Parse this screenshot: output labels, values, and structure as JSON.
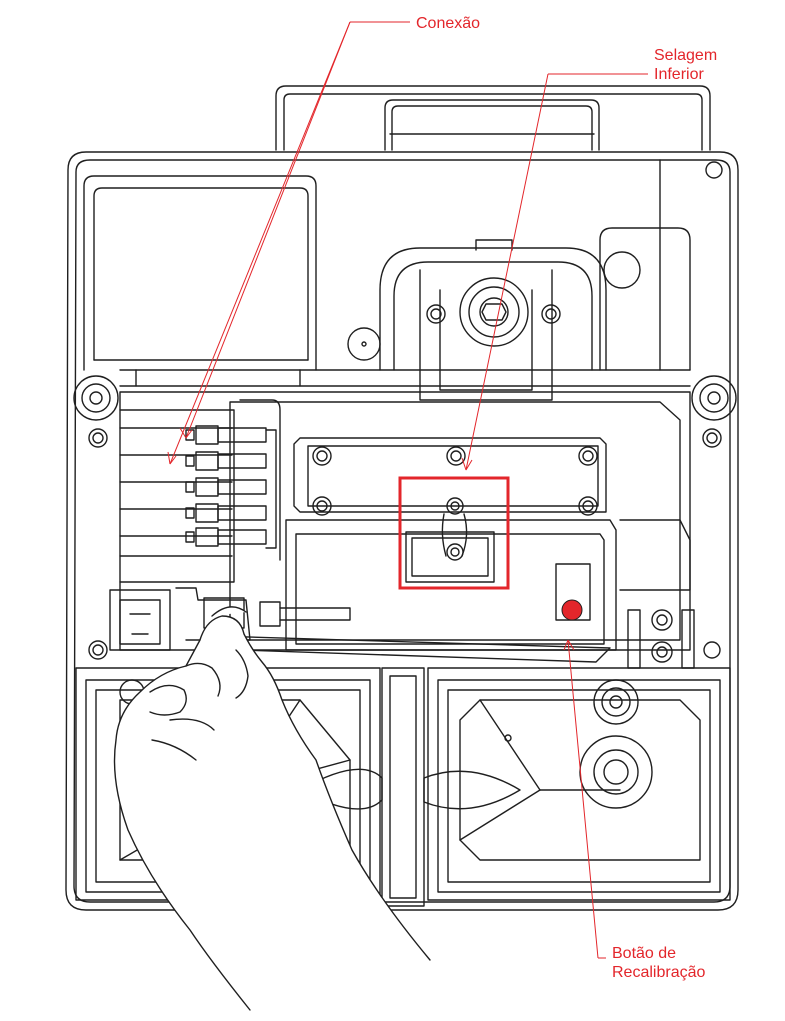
{
  "callouts": {
    "connection": {
      "text": "Conexão"
    },
    "lower_seal": {
      "lines": [
        "Selagem",
        "Inferior"
      ]
    },
    "recalibration_button": {
      "lines": [
        "Botão de",
        "Recalibração"
      ]
    }
  },
  "colors": {
    "callout": "#e3262b",
    "drawing": "#1f1f1f",
    "button": "#e3262b",
    "background": "#ffffff"
  }
}
